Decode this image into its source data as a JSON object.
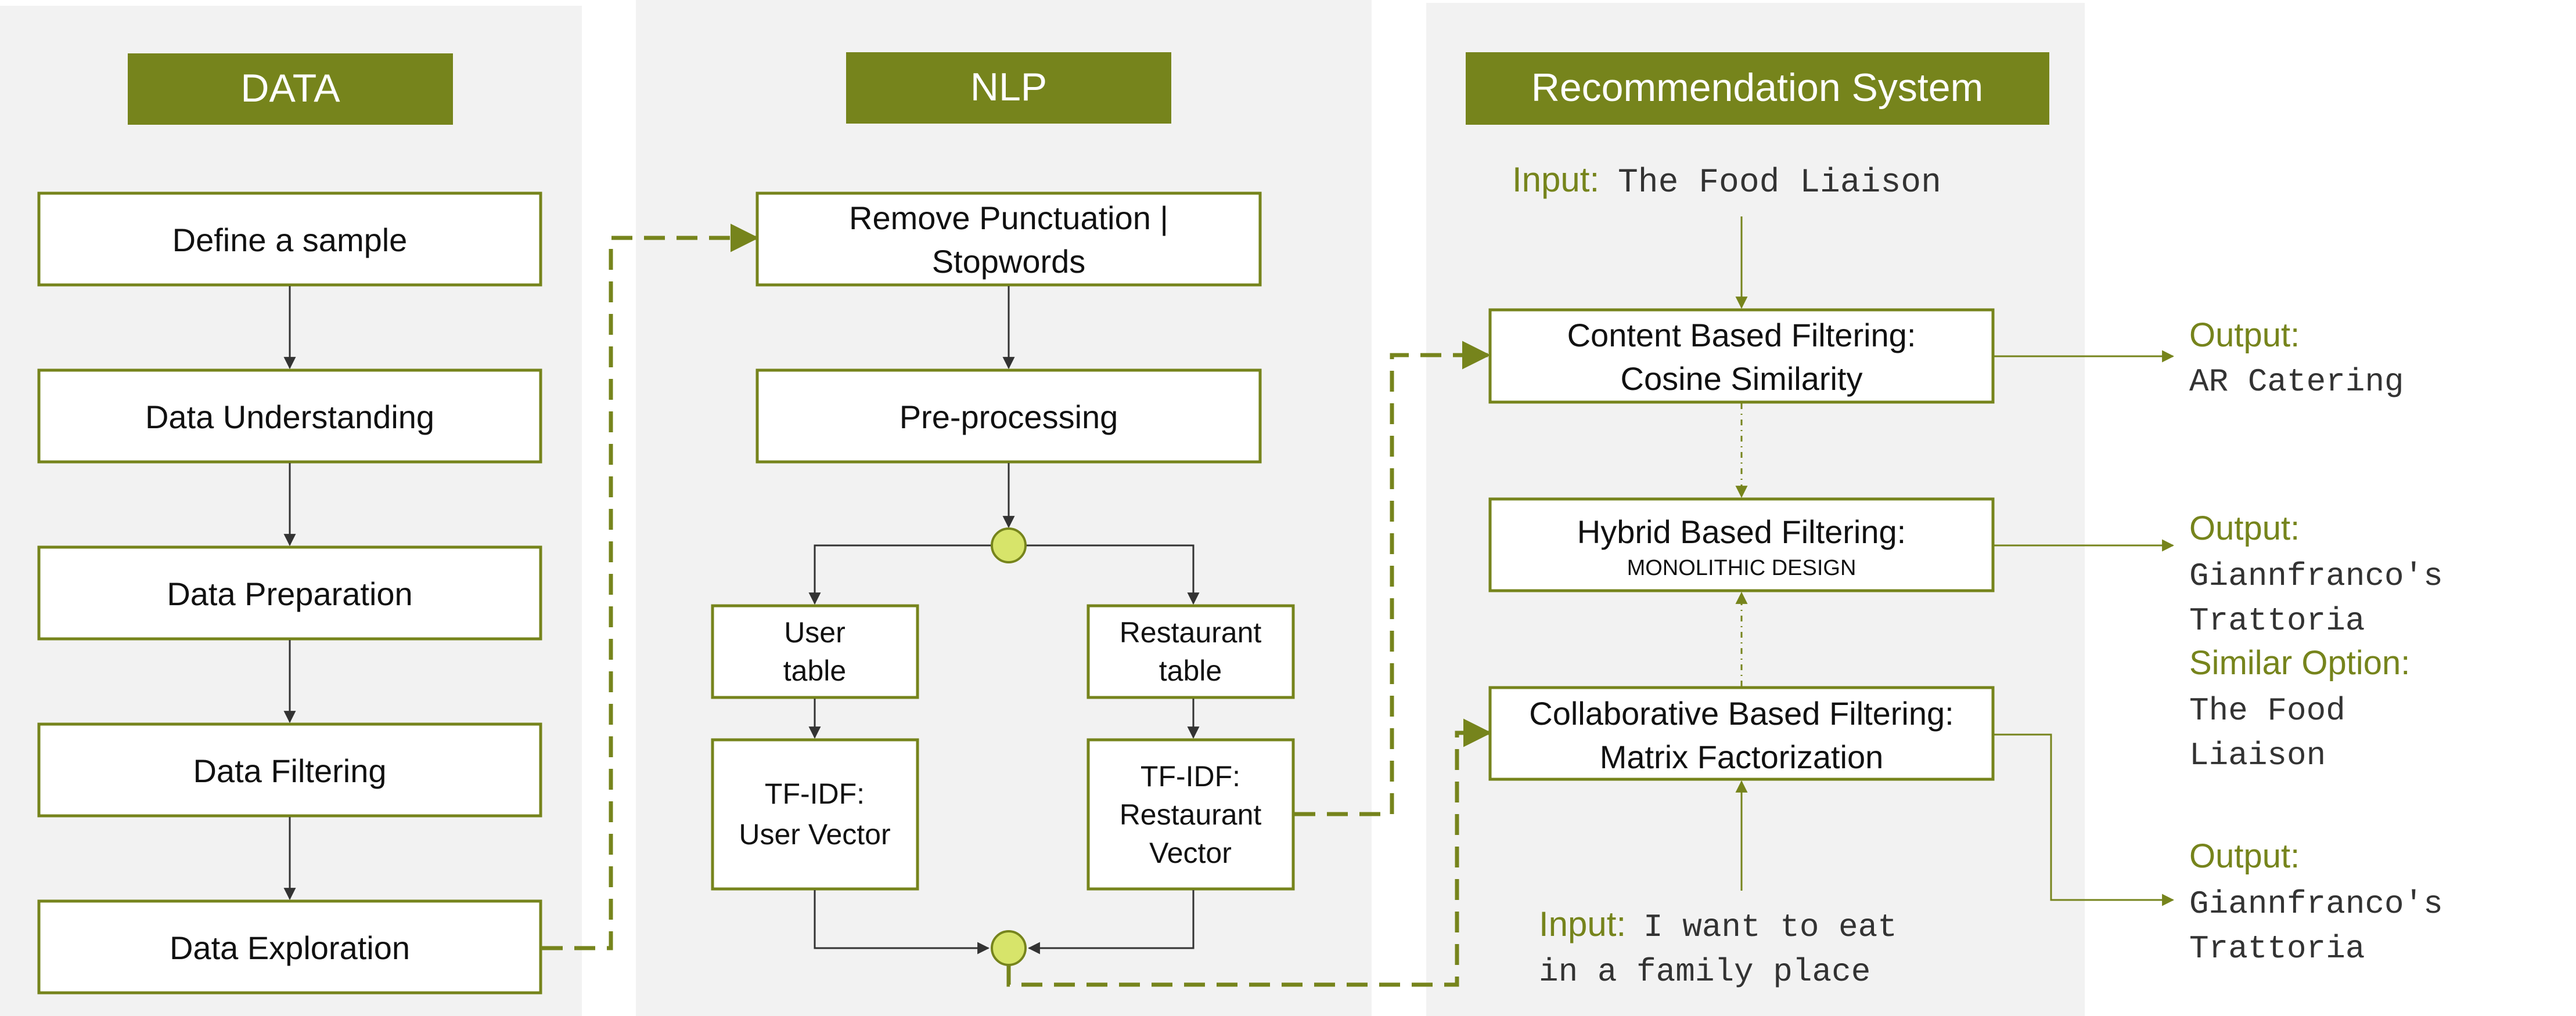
{
  "colors": {
    "panel_bg": "#f2f2f2",
    "header_bg": "#76841c",
    "header_text": "#ffffff",
    "box_border": "#76841c",
    "box_fill": "#ffffff",
    "arrow": "#333333",
    "accent_line": "#76841c",
    "node_fill": "#d7e46a",
    "accent_text": "#76841c",
    "mono_text": "#333333"
  },
  "panels": {
    "data": {
      "title": "DATA"
    },
    "nlp": {
      "title": "NLP"
    },
    "recsys": {
      "title": "Recommendation System"
    }
  },
  "data_steps": [
    "Define a sample",
    "Data Understanding",
    "Data Preparation",
    "Data Filtering",
    "Data Exploration"
  ],
  "nlp": {
    "remove_punct": [
      "Remove Punctuation |",
      "Stopwords"
    ],
    "preprocessing": "Pre-processing",
    "user_table": [
      "User",
      "table"
    ],
    "restaurant_table": [
      "Restaurant",
      "table"
    ],
    "tfidf_user": [
      "TF-IDF:",
      "User Vector"
    ],
    "tfidf_restaurant": [
      "TF-IDF:",
      "Restaurant",
      "Vector"
    ]
  },
  "recsys": {
    "input_top": {
      "label": "Input:",
      "value": "The Food Liaison"
    },
    "content_based": [
      "Content Based Filtering:",
      "Cosine Similarity"
    ],
    "hybrid": {
      "title": "Hybrid Based Filtering:",
      "subtitle": "MONOLITHIC DESIGN"
    },
    "collaborative": [
      "Collaborative Based Filtering:",
      "Matrix Factorization"
    ],
    "input_bottom": {
      "label": "Input:",
      "value_lines": [
        "I want to eat",
        "in a family place"
      ]
    }
  },
  "outputs": {
    "content": {
      "label": "Output:",
      "value_lines": [
        "AR Catering"
      ]
    },
    "hybrid": {
      "label": "Output:",
      "value_lines": [
        "Giannfranco's",
        "Trattoria"
      ],
      "similar_label": "Similar Option:",
      "similar_lines": [
        "The Food",
        "Liaison"
      ]
    },
    "collaborative": {
      "label": "Output:",
      "value_lines": [
        "Giannfranco's",
        "Trattoria"
      ]
    }
  }
}
